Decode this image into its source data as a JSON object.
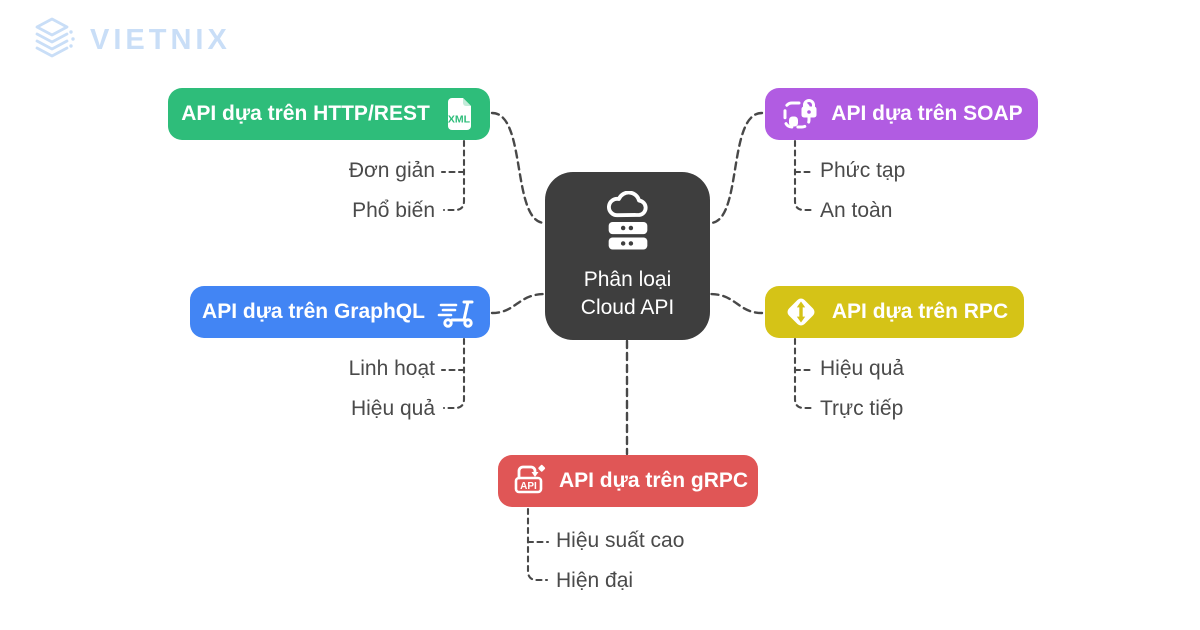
{
  "brand": {
    "name": "VIETNIX",
    "color": "#c9def7",
    "icon": "layers-stack-icon"
  },
  "center": {
    "title": "Phân loại Cloud API",
    "title_line1": "Phân loại",
    "title_line2": "Cloud API",
    "bg_color": "#3e3e3e",
    "text_color": "#ffffff",
    "icon": "cloud-server-icon"
  },
  "connector_color": "#484848",
  "sub_label_color": "#4a4a4a",
  "branches": [
    {
      "id": "http-rest",
      "label": "API dựa trên HTTP/REST",
      "color": "#2ebd7a",
      "icon": "xml-file-icon",
      "side": "top-left",
      "children": [
        "Đơn giản",
        "Phổ biến"
      ]
    },
    {
      "id": "soap",
      "label": "API dựa trên SOAP",
      "color": "#b15ce2",
      "icon": "scan-lock-icon",
      "side": "top-right",
      "children": [
        "Phức tạp",
        "An toàn"
      ]
    },
    {
      "id": "graphql",
      "label": "API dựa trên GraphQL",
      "color": "#4285f4",
      "icon": "scooter-icon",
      "side": "middle-left",
      "children": [
        "Linh hoạt",
        "Hiệu quả"
      ]
    },
    {
      "id": "rpc",
      "label": "API dựa trên RPC",
      "color": "#d5c317",
      "icon": "diamond-arrows-icon",
      "side": "middle-right",
      "children": [
        "Hiệu quả",
        "Trực tiếp"
      ]
    },
    {
      "id": "grpc",
      "label": "API dựa trên gRPC",
      "color": "#e05656",
      "icon": "api-box-icon",
      "side": "bottom",
      "children": [
        "Hiệu suất cao",
        "Hiện đại"
      ]
    }
  ]
}
